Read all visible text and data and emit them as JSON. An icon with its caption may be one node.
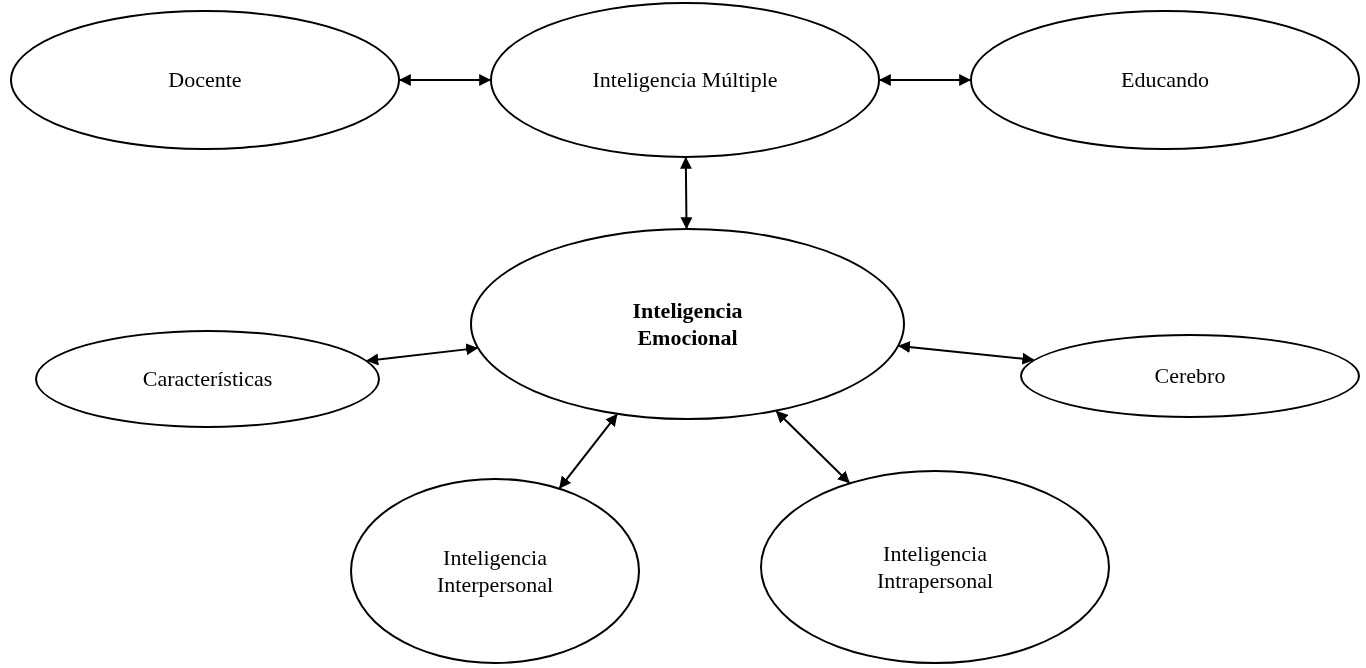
{
  "diagram": {
    "nodes": [
      {
        "text": [
          "Docente"
        ]
      },
      {
        "text": [
          "Inteligencia Múltiple"
        ]
      },
      {
        "text": [
          "Educando"
        ]
      },
      {
        "text": [
          "Inteligencia Emocional"
        ]
      },
      {
        "text": [
          "Características"
        ]
      },
      {
        "text": [
          "Cerebro"
        ]
      },
      {
        "text": [
          "Inteligencia Interpersonal"
        ]
      },
      {
        "text": [
          "Inteligencia Intrapersonal"
        ]
      }
    ],
    "edges": [
      {
        "from": 0,
        "to": 1,
        "arrow": "both"
      },
      {
        "from": 1,
        "to": 2,
        "arrow": "both"
      },
      {
        "from": 1,
        "to": 3,
        "arrow": "both"
      },
      {
        "from": 4,
        "to": 3,
        "arrow": "both"
      },
      {
        "from": 3,
        "to": 5,
        "arrow": "both"
      },
      {
        "from": 3,
        "to": 6,
        "arrow": "both"
      },
      {
        "from": 3,
        "to": 7,
        "arrow": "both"
      }
    ]
  }
}
